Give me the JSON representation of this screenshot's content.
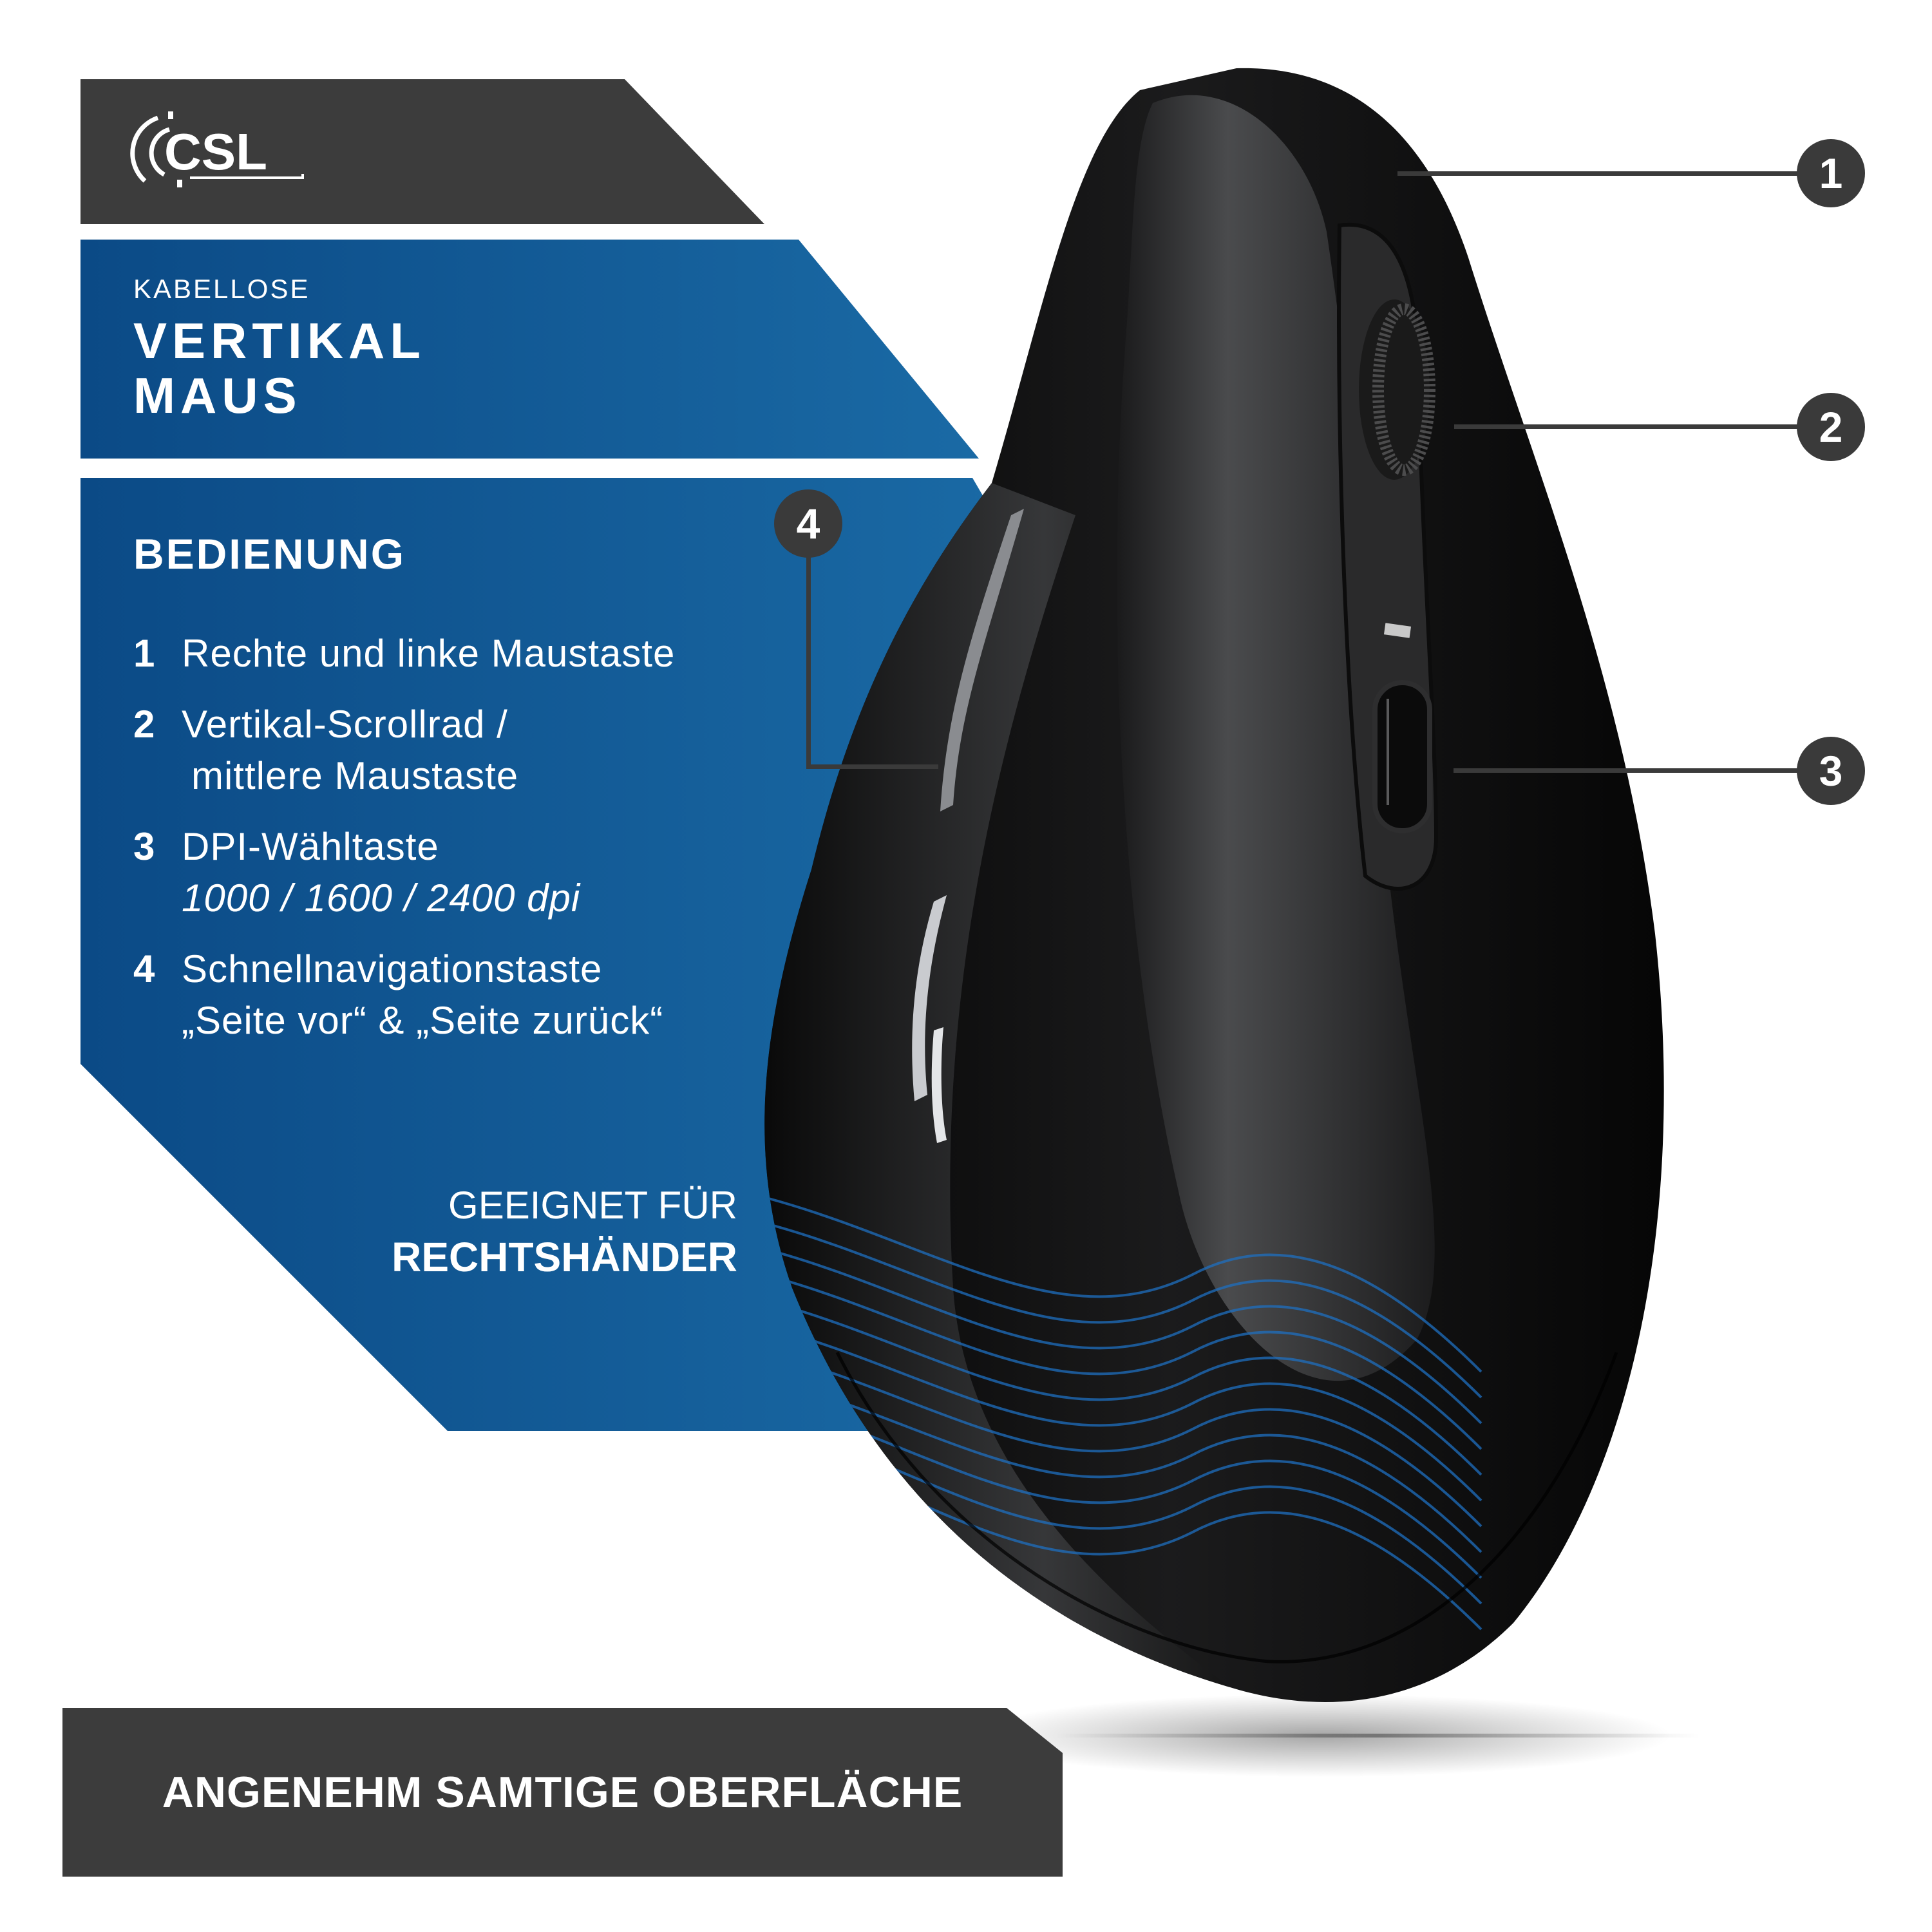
{
  "brand": {
    "logo_text": "CSL"
  },
  "title": {
    "kicker": "KABELLOSE",
    "line1": "VERTIKAL",
    "line2": "MAUS"
  },
  "features": {
    "heading": "BEDIENUNG",
    "items": [
      {
        "num": "1",
        "label": "Rechte und linke Maustaste",
        "sub": ""
      },
      {
        "num": "2",
        "label": "Vertikal-Scrollrad /",
        "sub": "mittlere Maustaste"
      },
      {
        "num": "3",
        "label": "DPI-Wähltaste",
        "sub": "1000 / 1600 / 2400 dpi"
      },
      {
        "num": "4",
        "label": "Schnellnavigationstaste",
        "sub": "„Seite vor“ & „Seite zurück“"
      }
    ]
  },
  "suitability": {
    "line1": "GEEIGNET FÜR",
    "line2": "RECHTSHÄNDER"
  },
  "footer_banner": {
    "text": "ANGENEHM SAMTIGE OBERFLÄCHE"
  },
  "callouts": [
    {
      "num": "1",
      "target": "left/right mouse button"
    },
    {
      "num": "2",
      "target": "scroll wheel"
    },
    {
      "num": "3",
      "target": "DPI button"
    },
    {
      "num": "4",
      "target": "navigation buttons"
    }
  ],
  "colors": {
    "dark_banner": "#3c3c3c",
    "blue_start": "#0b4a86",
    "blue_end": "#1a6aa5",
    "callout": "#3a3a3a",
    "mouse_body": "#111111",
    "mouse_accent_lines": "#1e6fc0"
  }
}
